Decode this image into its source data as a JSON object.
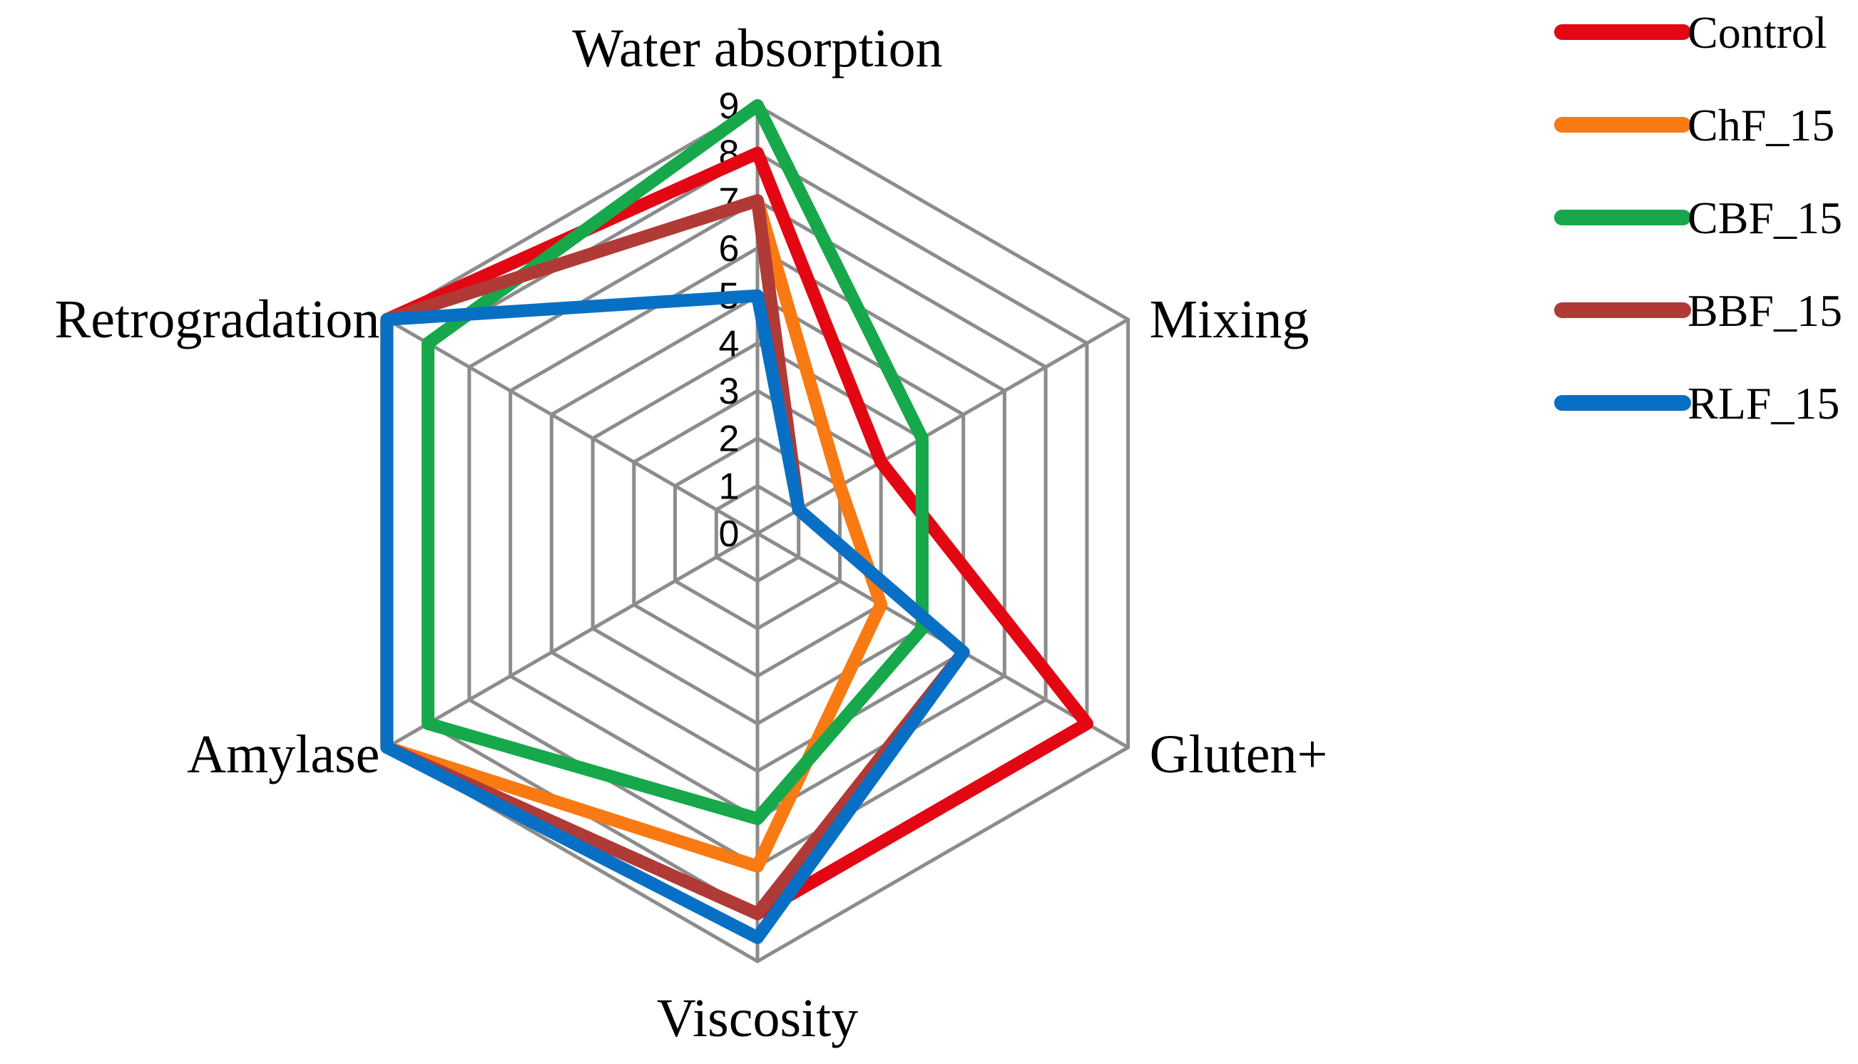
{
  "chart_data": {
    "type": "radar",
    "title": "",
    "axes": [
      "Water absorption",
      "Mixing",
      "Gluten+",
      "Viscosity",
      "Amylase",
      "Retrogradation"
    ],
    "r_ticks": [
      "0",
      "1",
      "2",
      "3",
      "4",
      "5",
      "6",
      "7",
      "8",
      "9"
    ],
    "r_range": [
      0,
      9
    ],
    "grid": true,
    "legend_position": "top-right",
    "series": [
      {
        "name": "Control",
        "color": "#e30613",
        "values": [
          8,
          3,
          8,
          8,
          9,
          9
        ]
      },
      {
        "name": "ChF_15",
        "color": "#f97a12",
        "values": [
          7,
          2,
          3,
          7,
          9,
          9
        ]
      },
      {
        "name": "CBF_15",
        "color": "#16a84a",
        "values": [
          9,
          4,
          4,
          6,
          8,
          8
        ]
      },
      {
        "name": "BBF_15",
        "color": "#b03a36",
        "values": [
          7,
          1,
          5,
          8,
          9,
          9
        ]
      },
      {
        "name": "RLF_15",
        "color": "#0870c4",
        "values": [
          5,
          1,
          5,
          8.5,
          9,
          9
        ]
      }
    ]
  }
}
